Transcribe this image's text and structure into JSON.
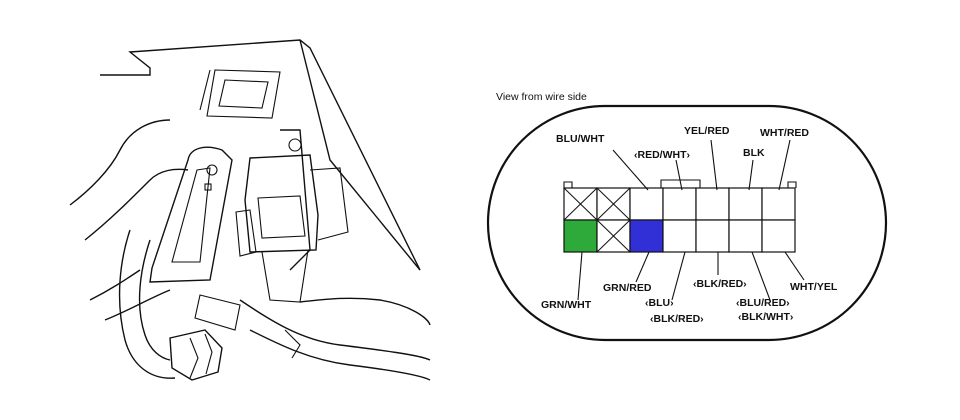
{
  "caption": "View from wire side",
  "colors": {
    "green": "#2eaa3a",
    "blue": "#3030d6",
    "line": "#111111",
    "background": "#ffffff"
  },
  "illustration": {
    "subject": "connector-mounting-location",
    "icon": "harness-connector-icon"
  },
  "connector": {
    "top_row": [
      {
        "cell": "crossed"
      },
      {
        "cell": "crossed"
      },
      {
        "cell": "terminal"
      },
      {
        "cell": "terminal"
      },
      {
        "cell": "terminal"
      },
      {
        "cell": "terminal"
      },
      {
        "cell": "terminal"
      }
    ],
    "bottom_row": [
      {
        "cell": "filled",
        "color": "green"
      },
      {
        "cell": "crossed"
      },
      {
        "cell": "filled",
        "color": "blue"
      },
      {
        "cell": "terminal"
      },
      {
        "cell": "terminal"
      },
      {
        "cell": "terminal"
      },
      {
        "cell": "terminal"
      }
    ]
  },
  "labels": {
    "blu_wht": "BLU/WHT",
    "red_wht": "‹RED/WHT›",
    "yel_red": "YEL/RED",
    "blk": "BLK",
    "wht_red": "WHT/RED",
    "grn_wht": "GRN/WHT",
    "grn_red": "GRN/RED",
    "blu_alt": "‹BLU›",
    "blk_red_alt": "‹BLK/RED›",
    "blk_red_alt2": "‹BLK/RED›",
    "blu_red_alt": "‹BLU/RED›",
    "blk_wht_alt": "‹BLK/WHT›",
    "wht_yel": "WHT/YEL"
  }
}
